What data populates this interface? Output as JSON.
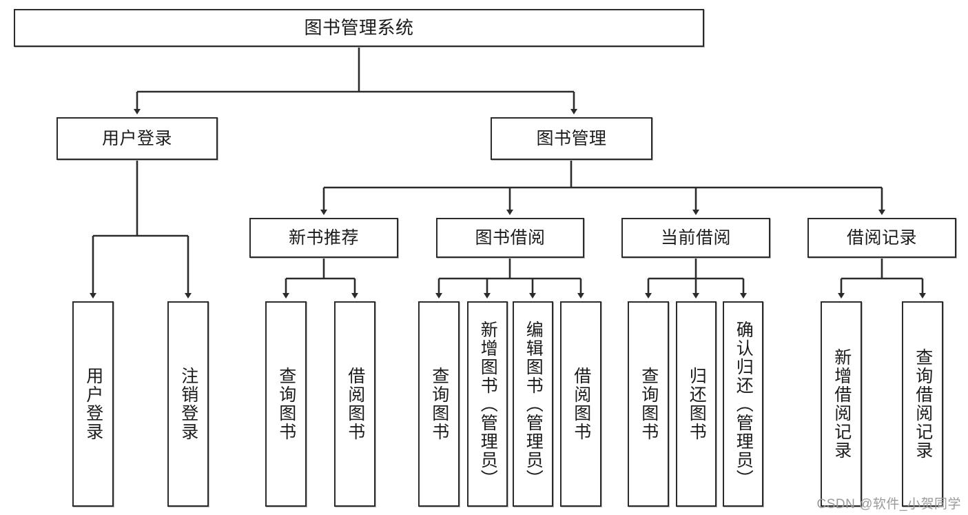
{
  "diagram": {
    "title": "图书管理系统",
    "type": "tree-hierarchy-diagram",
    "root": {
      "id": "root",
      "label": "图书管理系统"
    },
    "level2": [
      {
        "id": "user-login",
        "label": "用户登录"
      },
      {
        "id": "book-manage",
        "label": "图书管理"
      }
    ],
    "level3": [
      {
        "id": "new-book-rec",
        "label": "新书推荐"
      },
      {
        "id": "book-borrow",
        "label": "图书借阅"
      },
      {
        "id": "current-borrow",
        "label": "当前借阅"
      },
      {
        "id": "borrow-record",
        "label": "借阅记录"
      }
    ],
    "leaves": {
      "user_login": [
        {
          "id": "leaf-user-login",
          "label": "用户登录"
        },
        {
          "id": "leaf-logout-login",
          "label": "注销登录"
        }
      ],
      "new_book_rec": [
        {
          "id": "leaf-query-book-1",
          "label": "查询图书"
        },
        {
          "id": "leaf-borrow-book-1",
          "label": "借阅图书"
        }
      ],
      "book_borrow": [
        {
          "id": "leaf-query-book-2",
          "label": "查询图书"
        },
        {
          "id": "leaf-add-book",
          "label": "新增图书（管理员）"
        },
        {
          "id": "leaf-edit-book",
          "label": "编辑图书（管理员）"
        },
        {
          "id": "leaf-borrow-book-2",
          "label": "借阅图书"
        }
      ],
      "current_borrow": [
        {
          "id": "leaf-query-book-3",
          "label": "查询图书"
        },
        {
          "id": "leaf-return-book",
          "label": "归还图书"
        },
        {
          "id": "leaf-confirm-return",
          "label": "确认归还（管理员）"
        }
      ],
      "borrow_record": [
        {
          "id": "leaf-add-record",
          "label": "新增借阅记录"
        },
        {
          "id": "leaf-query-record",
          "label": "查询借阅记录"
        }
      ]
    }
  },
  "watermark": {
    "text": "CSDN @软件_小贺同学"
  },
  "colors": {
    "box_border": "#2b2b2b",
    "box_fill": "#ffffff",
    "connector": "#2b2b2b",
    "text": "#1b1b1b",
    "watermark": "#9a9a9a",
    "background": "#ffffff"
  }
}
